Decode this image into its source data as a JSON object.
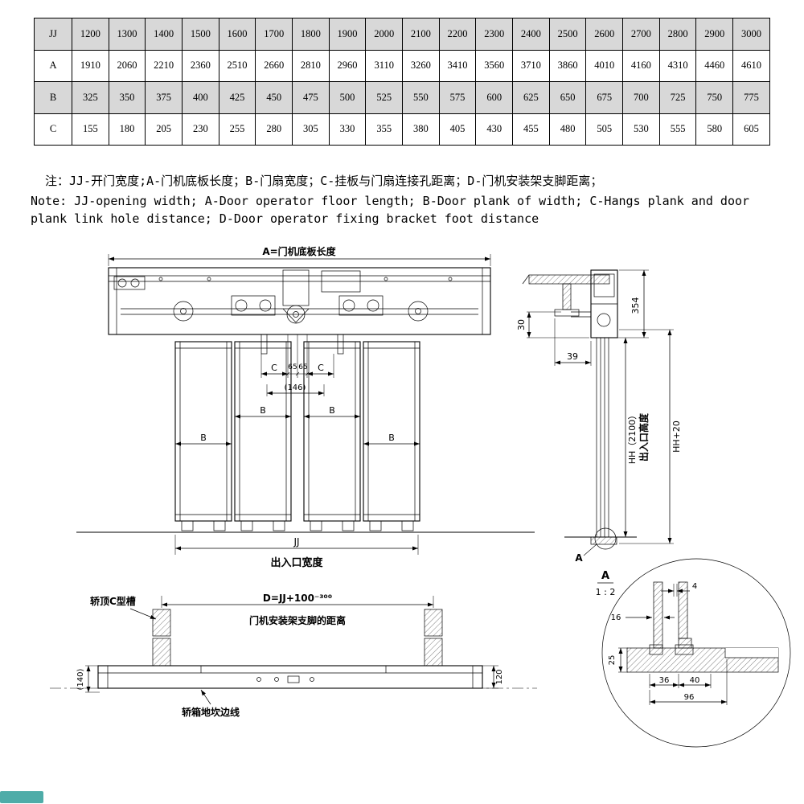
{
  "colors": {
    "shaded_row": "#d8d8d8",
    "line": "#000000",
    "accent_teal": "#2f9e99"
  },
  "table": {
    "rows": [
      {
        "label": "JJ",
        "shaded": true,
        "values": [
          "1200",
          "1300",
          "1400",
          "1500",
          "1600",
          "1700",
          "1800",
          "1900",
          "2000",
          "2100",
          "2200",
          "2300",
          "2400",
          "2500",
          "2600",
          "2700",
          "2800",
          "2900",
          "3000"
        ]
      },
      {
        "label": "A",
        "shaded": false,
        "values": [
          "1910",
          "2060",
          "2210",
          "2360",
          "2510",
          "2660",
          "2810",
          "2960",
          "3110",
          "3260",
          "3410",
          "3560",
          "3710",
          "3860",
          "4010",
          "4160",
          "4310",
          "4460",
          "4610"
        ]
      },
      {
        "label": "B",
        "shaded": true,
        "values": [
          "325",
          "350",
          "375",
          "400",
          "425",
          "450",
          "475",
          "500",
          "525",
          "550",
          "575",
          "600",
          "625",
          "650",
          "675",
          "700",
          "725",
          "750",
          "775"
        ]
      },
      {
        "label": "C",
        "shaded": false,
        "values": [
          "155",
          "180",
          "205",
          "230",
          "255",
          "280",
          "305",
          "330",
          "355",
          "380",
          "405",
          "430",
          "455",
          "480",
          "505",
          "530",
          "555",
          "580",
          "605"
        ]
      }
    ]
  },
  "notes": {
    "cn": "注：JJ-开门宽度;A-门机底板长度；B-门扇宽度；C-挂板与门扇连接孔距离；D-门机安装架支脚距离；",
    "en": "Note: JJ-opening width; A-Door operator floor length; B-Door plank of width; C-Hangs plank and door plank link hole distance; D-Door operator fixing bracket foot distance"
  },
  "front_view": {
    "dim_a_label": "A=门机底板长度",
    "dim_c_left": "C",
    "dim_65_left": "65",
    "dim_65_right": "65",
    "dim_c_right": "C",
    "dim_146": "(146)",
    "dim_b_inner_left": "B",
    "dim_b_inner_right": "B",
    "dim_b_outer_left": "B",
    "dim_b_outer_right": "B",
    "dim_jj": "JJ",
    "entrance_width_label": "出入口宽度"
  },
  "side_view": {
    "dim_354": "354",
    "dim_30": "30",
    "dim_39": "39",
    "dim_hh": "HH（2100）",
    "entrance_height_label": "出入口高度",
    "dim_hh20": "HH+20",
    "detail_marker": "A"
  },
  "plan_view": {
    "c_channel_label": "轿顶C型槽",
    "dim_d": "D=JJ+100⁻³⁰⁰",
    "dim_d_label": "门机安装架支脚的距离",
    "dim_140": "(140)",
    "dim_120": "120",
    "sill_edge_label": "轿箱地坎边线"
  },
  "detail_view": {
    "title": "A",
    "scale": "1 : 2",
    "dim_4": "4",
    "dim_16": "16",
    "dim_25": "25",
    "dim_36": "36",
    "dim_40": "40",
    "dim_96": "96"
  }
}
